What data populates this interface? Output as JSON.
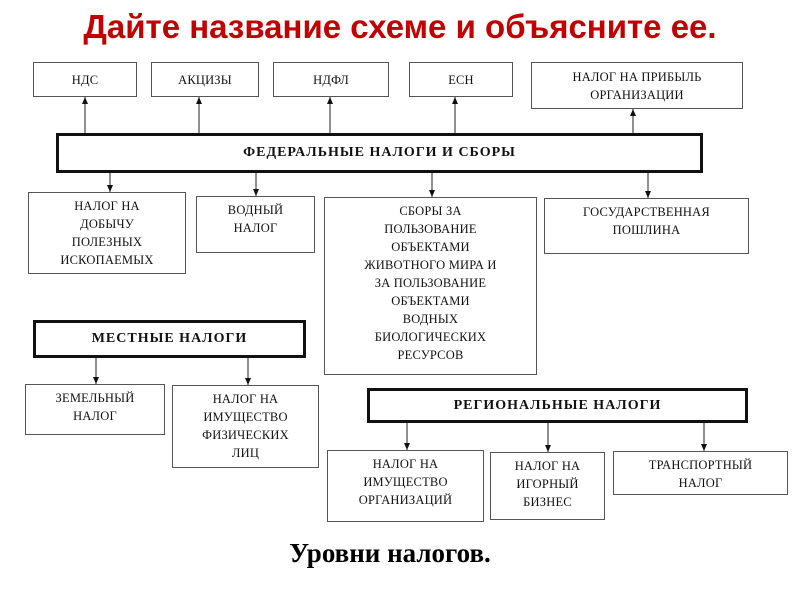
{
  "title": "Дайте название схеме и объясните ее.",
  "footer": "Уровни налогов.",
  "federal": {
    "label": "ФЕДЕРАЛЬНЫЕ НАЛОГИ И СБОРЫ",
    "top_items": [
      "НДС",
      "АКЦИЗЫ",
      "НДФЛ",
      "ЕСН",
      "НАЛОГ НА ПРИБЫЛЬ\nОРГАНИЗАЦИИ"
    ],
    "bottom_items": [
      "НАЛОГ НА\nДОБЫЧУ\nПОЛЕЗНЫХ\nИСКОПАЕМЫХ",
      "ВОДНЫЙ\nНАЛОГ",
      "СБОРЫ ЗА\nПОЛЬЗОВАНИЕ\nОБЪЕКТАМИ\nЖИВОТНОГО МИРА И\nЗА ПОЛЬЗОВАНИЕ\nОБЪЕКТАМИ\nВОДНЫХ\nБИОЛОГИЧЕСКИХ\nРЕСУРСОВ",
      "ГОСУДАРСТВЕННАЯ\nПОШЛИНА"
    ]
  },
  "local": {
    "label": "МЕСТНЫЕ НАЛОГИ",
    "items": [
      "ЗЕМЕЛЬНЫЙ\nНАЛОГ",
      "НАЛОГ НА\nИМУЩЕСТВО\nФИЗИЧЕСКИХ\nЛИЦ"
    ]
  },
  "regional": {
    "label": "РЕГИОНАЛЬНЫЕ НАЛОГИ",
    "items": [
      "НАЛОГ НА\nИМУЩЕСТВО\nОРГАНИЗАЦИЙ",
      "НАЛОГ НА\nИГОРНЫЙ\nБИЗНЕС",
      "ТРАНСПОРТНЫЙ\nНАЛОГ"
    ]
  }
}
